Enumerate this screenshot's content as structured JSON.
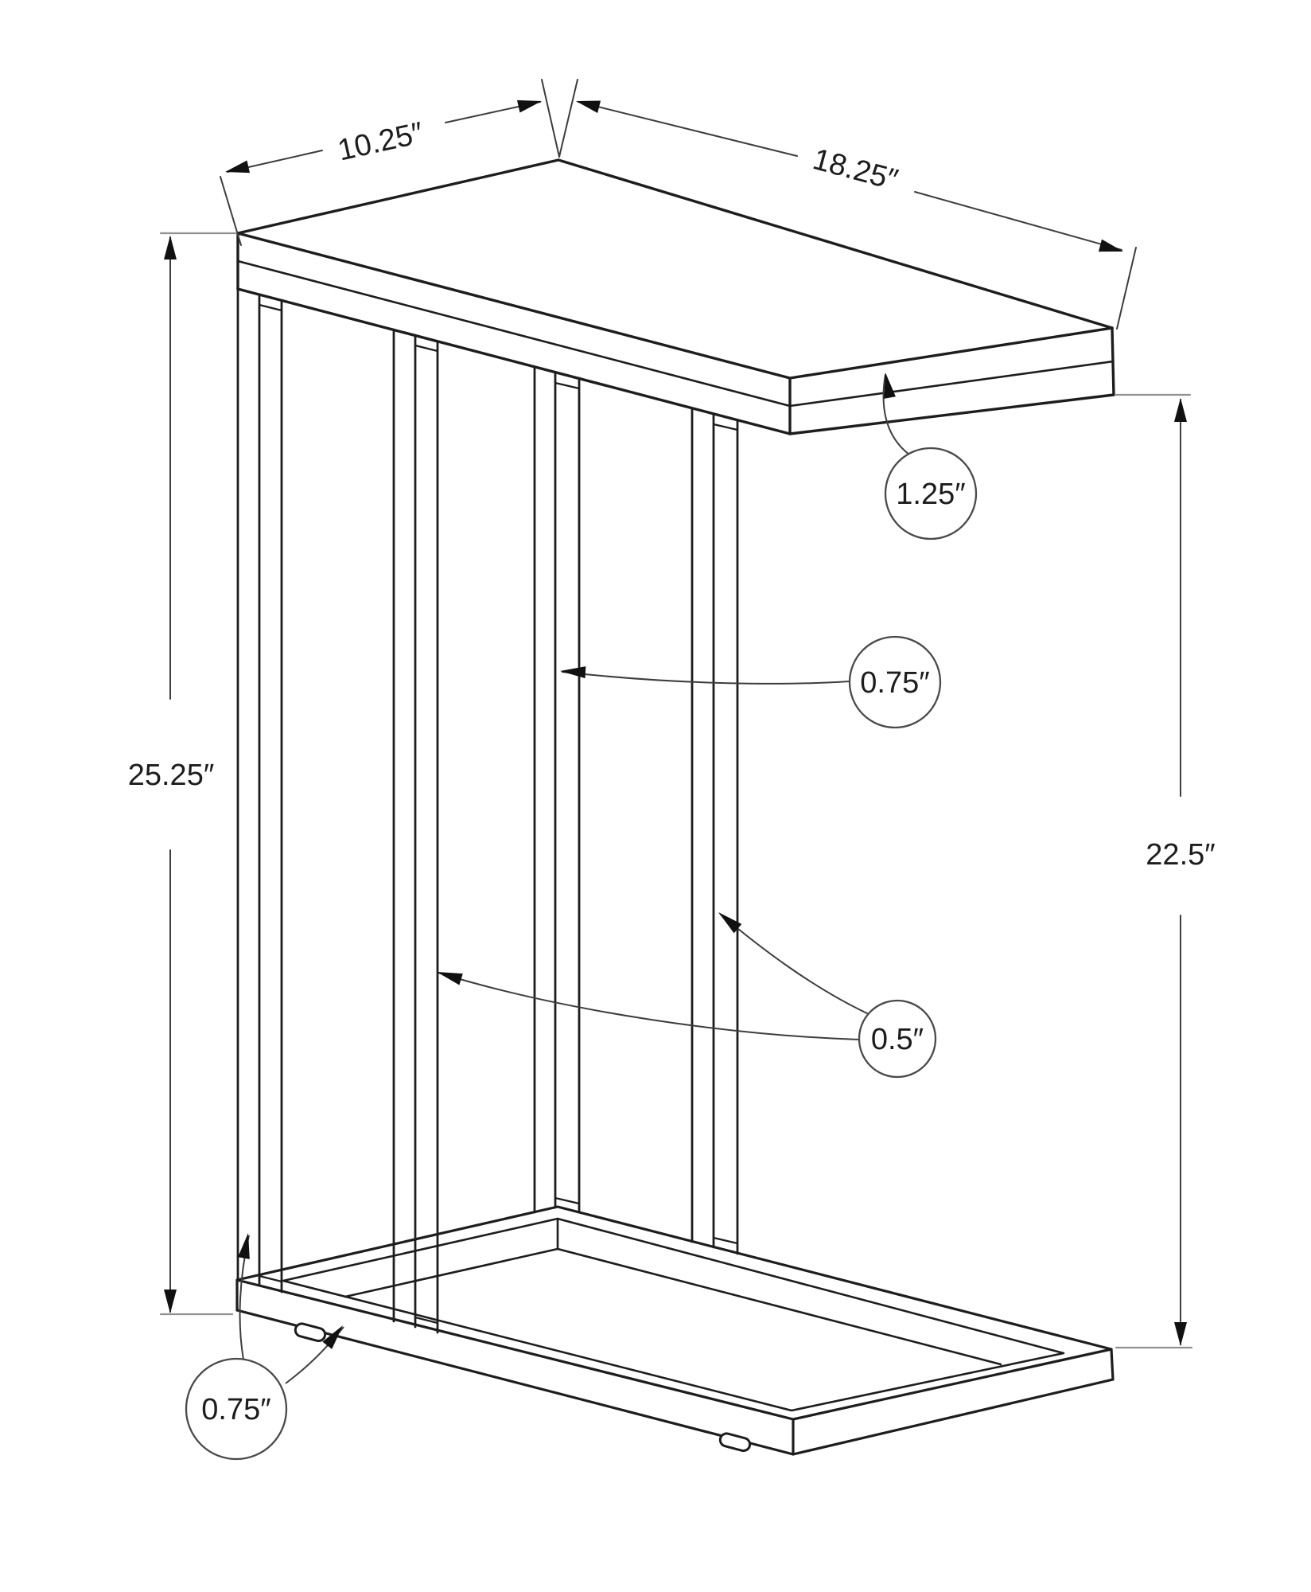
{
  "figure": {
    "kind": "furniture dimension diagram",
    "subject": "C-shaped accent side table line drawing",
    "background_color": "#ffffff",
    "object_line_color": "#1d1d1d",
    "dimension_line_color": "#3d3d3d",
    "extension_line_color": "#919191"
  },
  "dimensions": {
    "top_depth": {
      "label": "10.25″"
    },
    "top_length": {
      "label": "18.25″"
    },
    "top_thickness": {
      "label": "1.25″"
    },
    "leg_depth": {
      "label": "0.75″"
    },
    "overall_height": {
      "label": "25.25″"
    },
    "clearance_height": {
      "label": "22.5″"
    },
    "leg_thickness": {
      "label": "0.5″"
    },
    "base_rail_width": {
      "label": "0.75″"
    }
  }
}
